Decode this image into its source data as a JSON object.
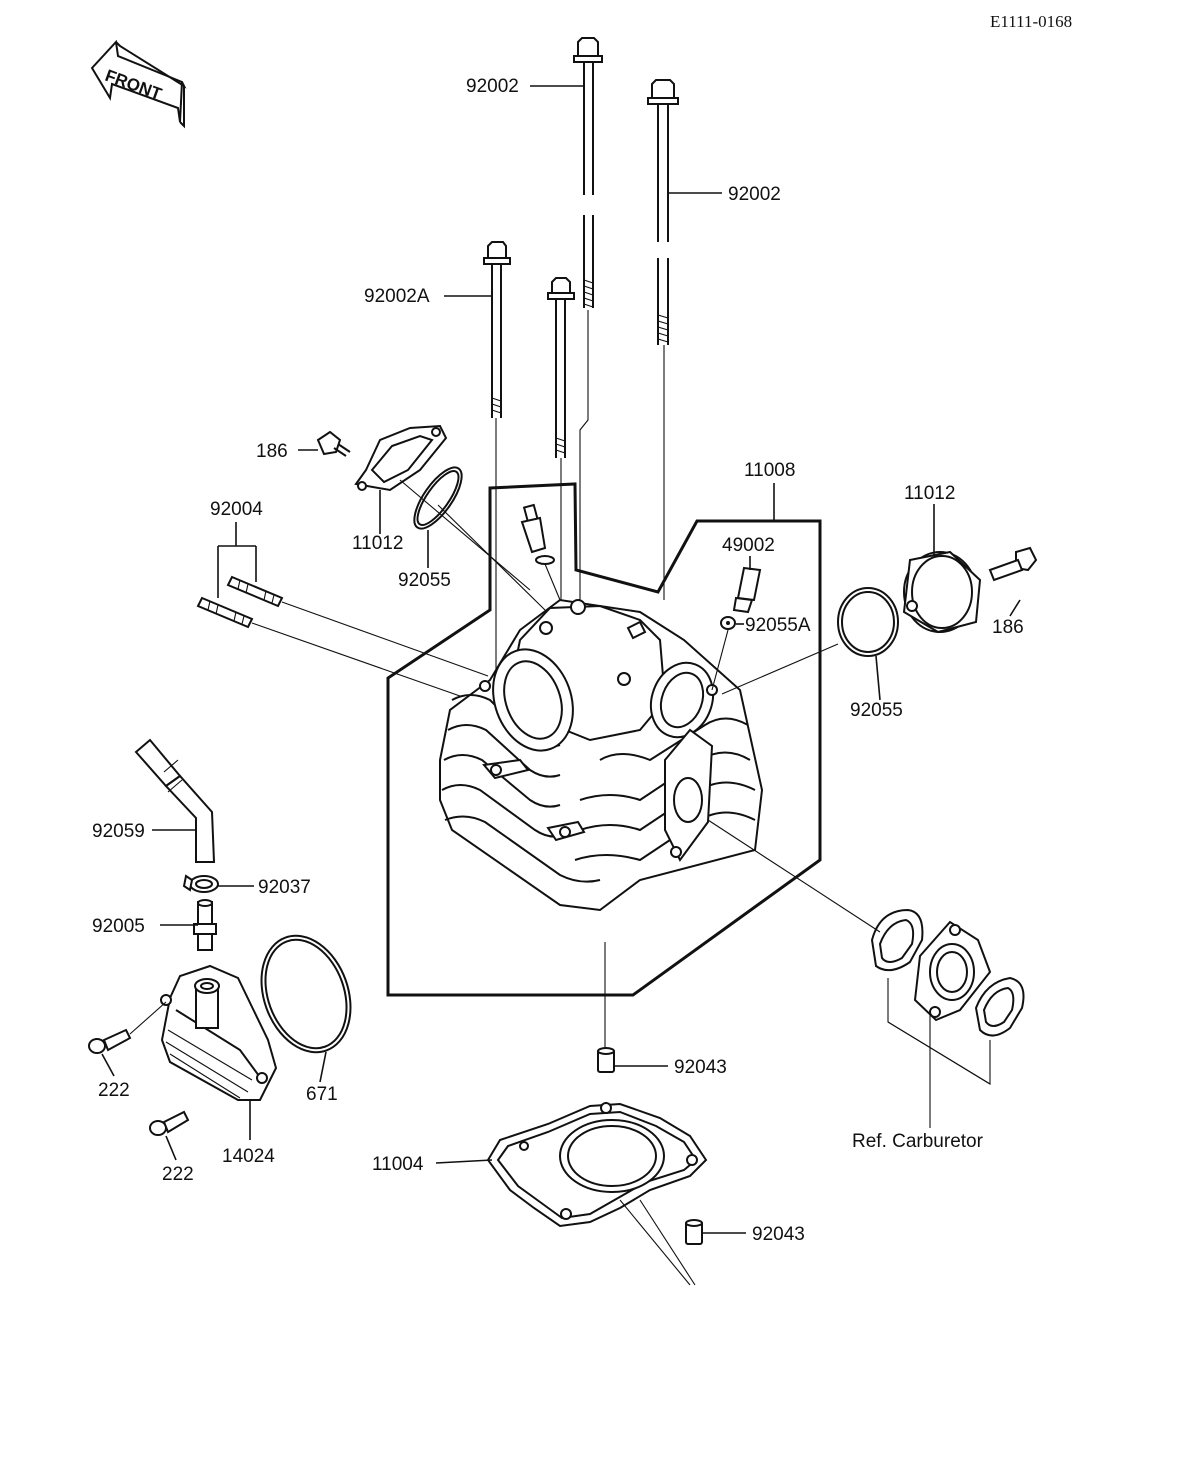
{
  "diagram_code": "E1111-0168",
  "front_label": "FRONT",
  "parts": {
    "p92002_a": "92002",
    "p92002_b": "92002",
    "p92002A": "92002A",
    "p186_left": "186",
    "p11012_left": "11012",
    "p92055_left": "92055",
    "p92004": "92004",
    "p11008": "11008",
    "p49002": "49002",
    "p92055A": "92055A",
    "p11012_right": "11012",
    "p186_right": "186",
    "p92055_right": "92055",
    "p92059": "92059",
    "p92037": "92037",
    "p92005": "92005",
    "p222_a": "222",
    "p222_b": "222",
    "p671": "671",
    "p14024": "14024",
    "p92043_a": "92043",
    "p92043_b": "92043",
    "p11004": "11004",
    "ref_carburetor": "Ref. Carburetor"
  }
}
